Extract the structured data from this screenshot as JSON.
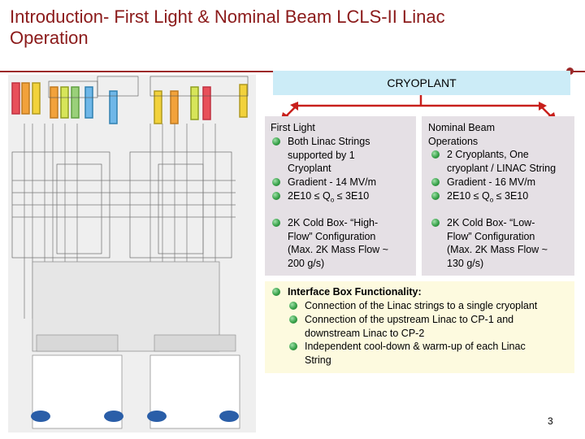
{
  "title": {
    "line1": "Introduction- First Light & Nominal Beam LCLS-II Linac",
    "line2": "Operation"
  },
  "cryoplant_label": "CRYOPLANT",
  "first_light": {
    "heading": "First Light",
    "b1": [
      "Both Linac Strings",
      "supported by 1",
      "Cryoplant"
    ],
    "b2": "Gradient - 14 MV/m",
    "b3": [
      "2E10 ≤ Q",
      "o",
      "≤ 3E10"
    ],
    "b4": [
      "2K Cold Box- “High-",
      "Flow” Configuration",
      "(Max. 2K Mass Flow ~",
      "200 g/s)"
    ]
  },
  "nominal": {
    "heading1": "Nominal Beam",
    "heading2": "Operations",
    "b1": [
      "2 Cryoplants, One",
      "cryoplant / LINAC String"
    ],
    "b2": "Gradient - 16 MV/m",
    "b3": [
      "2E10 ≤ Q",
      "o",
      "≤ 3E10"
    ],
    "b4": [
      "2K Cold Box- “Low-",
      "Flow” Configuration",
      "(Max. 2K Mass Flow ~",
      "130 g/s)"
    ]
  },
  "interface": {
    "heading": "Interface Box Functionality:",
    "items": [
      [
        "Connection of the Linac strings to a single cryoplant"
      ],
      [
        "Connection of the upstream Linac to CP-1 and",
        "downstream Linac to CP-2"
      ],
      [
        "Independent cool-down & warm-up of each Linac",
        "String"
      ]
    ]
  },
  "page_number": "3",
  "colors": {
    "title": "#8b1a1a",
    "arrow": "#c8201c",
    "cryoplant_bg": "#ccecf7",
    "bullet": "#38a24a"
  },
  "schematic_note": "piping schematic (illegible)"
}
